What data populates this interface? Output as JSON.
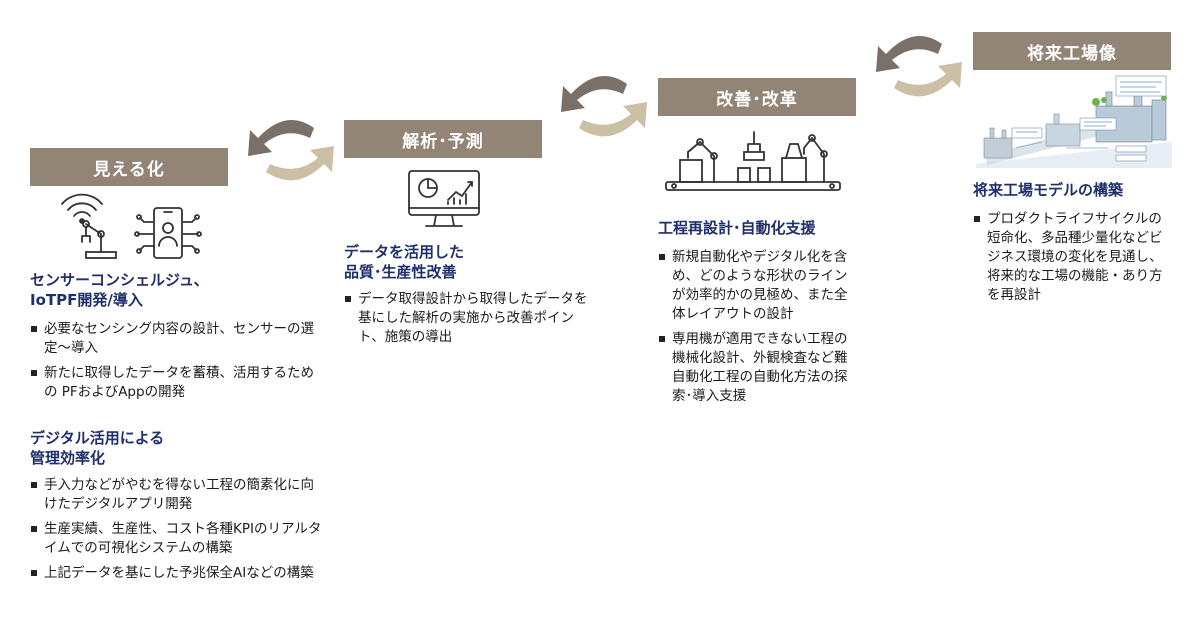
{
  "stages": [
    {
      "banner": "見える化",
      "sections": [
        {
          "heading": [
            "センサーコンシェルジュ、",
            "IoTPF開発/導入"
          ],
          "bullets": [
            "必要なセンシング内容の設計、センサーの選定～導入",
            "新たに取得したデータを蓄積、活用するための PFおよびAppの開発"
          ]
        },
        {
          "heading": [
            "デジタル活用による",
            "管理効率化"
          ],
          "bullets": [
            "手入力などがやむを得ない工程の簡素化に向けたデジタルアプリ開発",
            "生産実績、生産性、コスト各種KPIのリアルタイムでの可視化システムの構築",
            "上記データを基にした予兆保全AIなどの構築"
          ]
        }
      ]
    },
    {
      "banner": "解析･予測",
      "sections": [
        {
          "heading": [
            "データを活用した",
            "品質･生産性改善"
          ],
          "bullets": [
            "データ取得設計から取得したデータを基にした解析の実施から改善ポイント、施策の導出"
          ]
        }
      ]
    },
    {
      "banner": "改善･改革",
      "sections": [
        {
          "heading": [
            "工程再設計･自動化支援"
          ],
          "bullets": [
            "新規自動化やデジタル化を含め、どのような形状のラインが効率的かの見極め、また全体レイアウトの設計",
            "専用機が適用できない工程の機械化設計、外観検査など難自動化工程の自動化方法の探索･導入支援"
          ]
        }
      ]
    },
    {
      "banner": "将来工場像",
      "sections": [
        {
          "heading": [
            "将来工場モデルの構築"
          ],
          "bullets": [
            "プロダクトライフサイクルの短命化、多品種少量化などビジネス環境の変化を見通し、将来的な工場の機能・あり方を再設計"
          ]
        }
      ]
    }
  ],
  "colors": {
    "banner": "#938576",
    "heading": "#1f2f6b",
    "arrow": "#cbbfa6",
    "icon": "#333333"
  },
  "icons": [
    "wifi-robot-arm-icon",
    "smartphone-network-icon",
    "monitor-analytics-icon",
    "assembly-robots-icon",
    "future-factory-image"
  ]
}
